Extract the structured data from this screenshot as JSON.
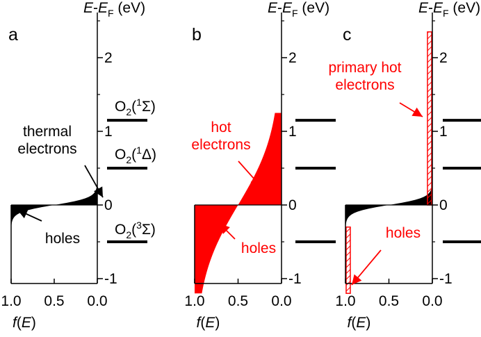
{
  "chart_data": {
    "type": "area",
    "y_axis_label": {
      "pre": "E",
      "mid": "-",
      "e2": "E",
      "sub": "F",
      "unit": " (eV)"
    },
    "x_axis_label": {
      "pre": "f(",
      "var": "E",
      "post": ")"
    },
    "x_ticks": [
      "1.0",
      "0.5",
      "0.0"
    ],
    "y_ticks": [
      "2",
      "1",
      "0",
      "-1"
    ],
    "ylim": [
      -1.2,
      2.4
    ],
    "xlim": [
      1.0,
      0.0
    ],
    "level_labels": [
      {
        "text": "O",
        "sub": "2",
        "open": "(",
        "sup": "1",
        "sym": "Σ",
        "close": ")"
      },
      {
        "text": "O",
        "sub": "2",
        "open": "(",
        "sup": "1",
        "sym": "Δ",
        "close": ")"
      },
      {
        "text": "O",
        "sub": "2",
        "open": "(",
        "sup": "3",
        "sym": "Σ",
        "close": ")"
      }
    ],
    "molecular_levels_eV": [
      1.15,
      0.5,
      -0.5
    ],
    "panels": [
      {
        "letter": "a",
        "distribution": "thermal",
        "fermi_width_eV": 0.05,
        "fill_color": "#000000",
        "annotations": [
          {
            "lines": [
              "thermal",
              "electrons"
            ],
            "color": "#000000"
          },
          {
            "lines": [
              "holes"
            ],
            "color": "#000000"
          }
        ]
      },
      {
        "letter": "b",
        "distribution": "hot",
        "fermi_width_eV": 0.5,
        "fill_color": "#ff0000",
        "annotations": [
          {
            "lines": [
              "hot",
              "electrons"
            ],
            "color": "#ff0000"
          },
          {
            "lines": [
              "holes"
            ],
            "color": "#ff0000"
          }
        ]
      },
      {
        "letter": "c",
        "distribution": "primary",
        "fermi_width_eV": 0.05,
        "fill_color": "#000000",
        "primary_color": "#ff0000",
        "primary_electron_range_eV": [
          0.0,
          2.35
        ],
        "primary_hole_range_eV": [
          -1.2,
          -0.3
        ],
        "annotations": [
          {
            "lines": [
              "primary hot",
              "electrons"
            ],
            "color": "#ff0000"
          },
          {
            "lines": [
              "holes"
            ],
            "color": "#ff0000"
          }
        ]
      }
    ]
  }
}
